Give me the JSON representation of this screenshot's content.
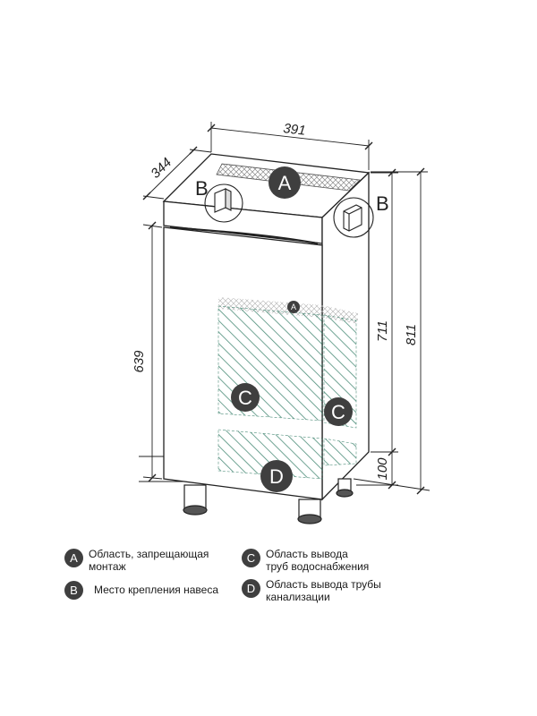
{
  "dimensions": {
    "width": "391",
    "depth": "344",
    "door_height": "639",
    "body_height": "711",
    "total_height": "811",
    "leg_height": "100"
  },
  "zones": {
    "a": "A",
    "a_small": "A",
    "b": "B",
    "c": "C",
    "d": "D"
  },
  "legend": [
    {
      "badge": "A",
      "text": "Область, запрещающая\nмонтаж"
    },
    {
      "badge": "B",
      "text": "Место крепления навеса"
    },
    {
      "badge": "C",
      "text": "Область вывода\nтруб водоснабжения"
    },
    {
      "badge": "D",
      "text": "Область вывода трубы\nканализации"
    }
  ],
  "colors": {
    "line": "#222222",
    "badge": "#3f3f3f",
    "hatch_pipes": "#2f7a63",
    "hatch_forbidden": "#888888"
  }
}
